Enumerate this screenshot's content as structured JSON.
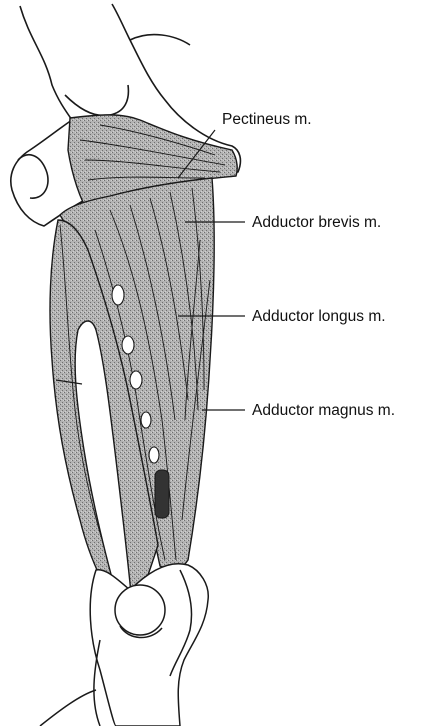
{
  "labels": {
    "pectineus": "Pectineus m.",
    "adductor_brevis": "Adductor brevis m.",
    "adductor_longus": "Adductor longus m.",
    "adductor_magnus": "Adductor magnus m."
  },
  "colors": {
    "line": "#1a1a1a",
    "muscle_fill": "#a9a9a9",
    "bone_fill": "#ffffff"
  }
}
